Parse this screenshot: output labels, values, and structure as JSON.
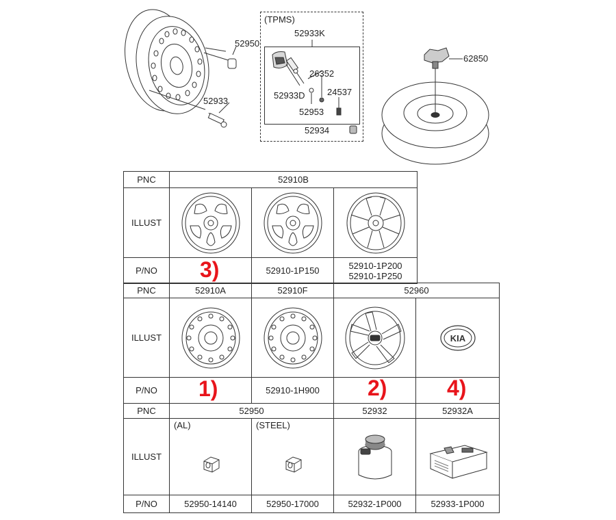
{
  "top_callouts": {
    "wheel_nut": "52950",
    "valve": "52933",
    "tpms_title": "(TPMS)",
    "tpms_kit": "52933K",
    "sensor_cap": "26352",
    "sensor": "52933D",
    "core": "24537",
    "washer": "52953",
    "nut": "52934",
    "spare_bolt": "62850"
  },
  "table1": {
    "rows": [
      "PNC",
      "ILLUST",
      "P/NO"
    ],
    "pnc": "52910B",
    "pno": [
      "",
      "52910-1P150",
      "52910-1P200\n52910-1P250"
    ],
    "marker": "3)"
  },
  "table2": {
    "rows": [
      "PNC",
      "ILLUST",
      "P/NO"
    ],
    "pnc": [
      "52910A",
      "52910F",
      "52960"
    ],
    "pno": [
      "",
      "52910-1H900",
      "",
      ""
    ],
    "markers": [
      "1)",
      "2)",
      "4)"
    ],
    "emblem_text": "KIA"
  },
  "table3": {
    "rows": [
      "PNC",
      "ILLUST",
      "P/NO"
    ],
    "pnc": [
      "52950",
      "52932",
      "52932A"
    ],
    "sub_labels": [
      "(AL)",
      "(STEEL)"
    ],
    "pno": [
      "52950-14140",
      "52950-17000",
      "52932-1P000",
      "52933-1P000"
    ]
  },
  "colors": {
    "marker": "#e8141b",
    "line": "#333333"
  }
}
